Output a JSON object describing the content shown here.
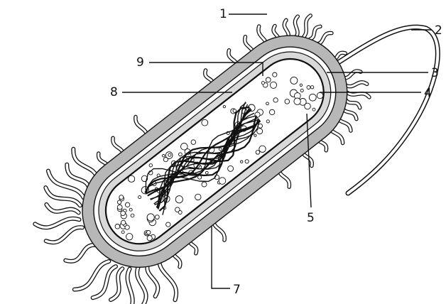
{
  "diagram": {
    "colors": {
      "capsule": "#b7b7b7",
      "cell_wall": "#ffffff",
      "membrane": "#d9d9d9",
      "cytoplasm": "#ffffff",
      "outline": "#111111"
    },
    "labels": [
      {
        "id": "1",
        "text": "1"
      },
      {
        "id": "2",
        "text": "2"
      },
      {
        "id": "3",
        "text": "3"
      },
      {
        "id": "4",
        "text": "4"
      },
      {
        "id": "5",
        "text": "5"
      },
      {
        "id": "7",
        "text": "7"
      },
      {
        "id": "8",
        "text": "8"
      },
      {
        "id": "9",
        "text": "9"
      }
    ],
    "icons": [
      "pili-icon",
      "flagellum-icon",
      "ribosome-icon",
      "nucleoid-icon"
    ]
  }
}
